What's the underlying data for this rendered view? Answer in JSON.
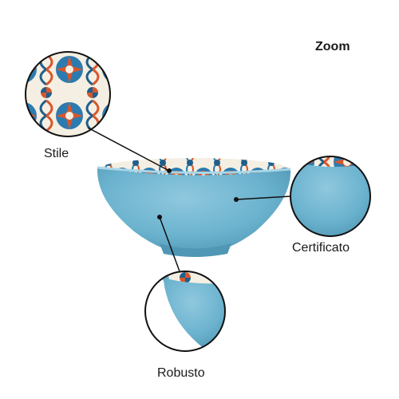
{
  "zoom_label": "Zoom",
  "callouts": {
    "style": "Stile",
    "certified": "Certificato",
    "robust": "Robusto"
  },
  "colors": {
    "bowl_blue": "#6cb3cf",
    "bowl_blue_dark": "#4f97b4",
    "bowl_blue_light": "#8fc8de",
    "pattern_blue": "#2c7bb0",
    "pattern_orange": "#d8562c",
    "pattern_cream": "#f4efe2",
    "leader_line": "#111111"
  }
}
